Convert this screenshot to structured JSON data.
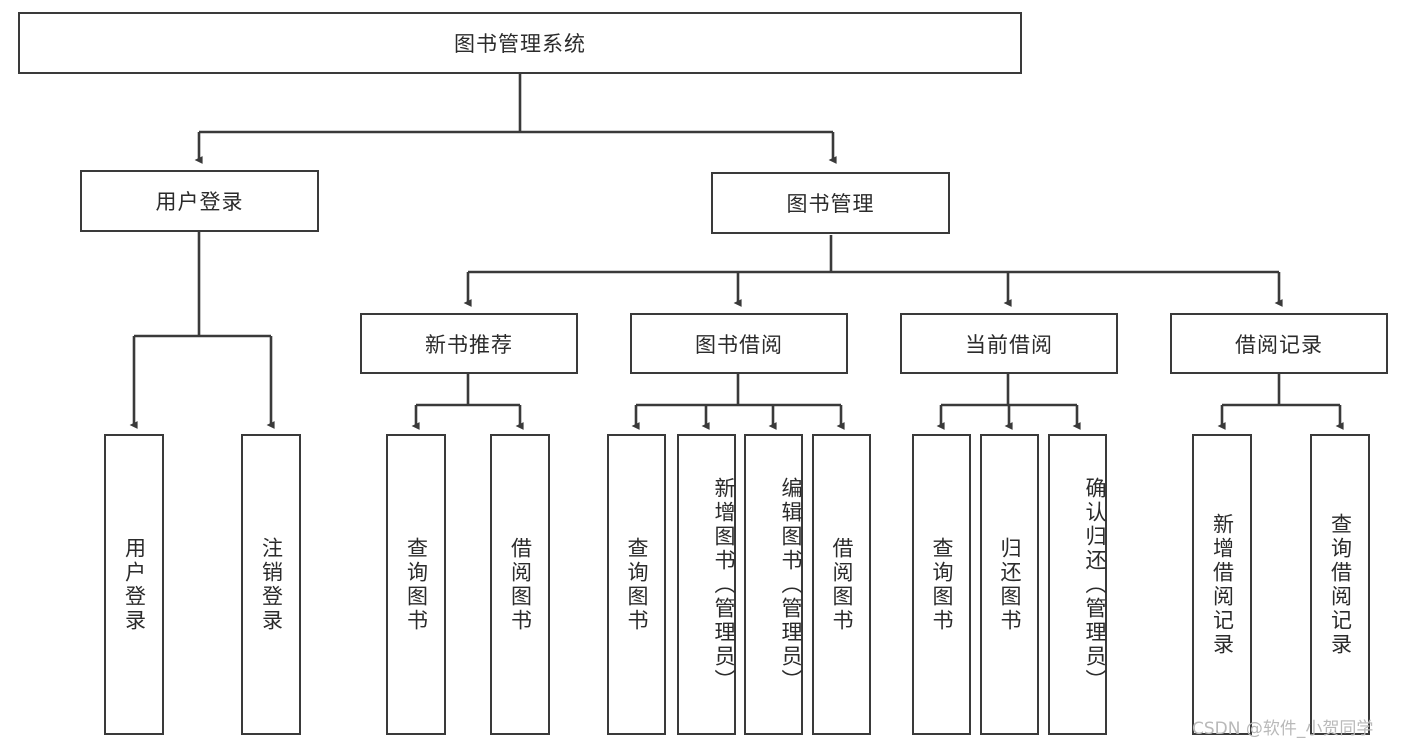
{
  "diagram": {
    "title": "图书管理系统",
    "type": "tree",
    "root": {
      "id": "root",
      "label": "图书管理系统",
      "orientation": "horizontal"
    },
    "level1": [
      {
        "id": "user-login",
        "label": "用户登录",
        "orientation": "horizontal"
      },
      {
        "id": "book-management",
        "label": "图书管理",
        "orientation": "horizontal"
      }
    ],
    "level2": [
      {
        "id": "new-book-recommend",
        "label": "新书推荐",
        "parent": "book-management",
        "orientation": "horizontal"
      },
      {
        "id": "book-borrow",
        "label": "图书借阅",
        "parent": "book-management",
        "orientation": "horizontal"
      },
      {
        "id": "current-borrow",
        "label": "当前借阅",
        "parent": "book-management",
        "orientation": "horizontal"
      },
      {
        "id": "borrow-record",
        "label": "借阅记录",
        "parent": "book-management",
        "orientation": "horizontal"
      }
    ],
    "leaves": [
      {
        "id": "leaf-user-login",
        "label": "用户登录",
        "parent": "user-login",
        "orientation": "vertical"
      },
      {
        "id": "leaf-logout-login",
        "label": "注销登录",
        "parent": "user-login",
        "orientation": "vertical"
      },
      {
        "id": "leaf-query-book-1",
        "label": "查询图书",
        "parent": "new-book-recommend",
        "orientation": "vertical"
      },
      {
        "id": "leaf-borrow-book-1",
        "label": "借阅图书",
        "parent": "new-book-recommend",
        "orientation": "vertical"
      },
      {
        "id": "leaf-query-book-2",
        "label": "查询图书",
        "parent": "book-borrow",
        "orientation": "vertical"
      },
      {
        "id": "leaf-add-book",
        "label": "新增图书（管理员）",
        "parent": "book-borrow",
        "orientation": "vertical"
      },
      {
        "id": "leaf-edit-book",
        "label": "编辑图书（管理员）",
        "parent": "book-borrow",
        "orientation": "vertical"
      },
      {
        "id": "leaf-borrow-book-2",
        "label": "借阅图书",
        "parent": "book-borrow",
        "orientation": "vertical"
      },
      {
        "id": "leaf-query-book-3",
        "label": "查询图书",
        "parent": "current-borrow",
        "orientation": "vertical"
      },
      {
        "id": "leaf-return-book",
        "label": "归还图书",
        "parent": "current-borrow",
        "orientation": "vertical"
      },
      {
        "id": "leaf-confirm-return",
        "label": "确认归还（管理员）",
        "parent": "current-borrow",
        "orientation": "vertical"
      },
      {
        "id": "leaf-add-record",
        "label": "新增借阅记录",
        "parent": "borrow-record",
        "orientation": "vertical"
      },
      {
        "id": "leaf-query-record",
        "label": "查询借阅记录",
        "parent": "borrow-record",
        "orientation": "vertical"
      }
    ],
    "watermark": "CSDN @软件_小贺同学",
    "colors": {
      "border": "#3a3a3a",
      "text": "#2b2b2b",
      "background": "#ffffff",
      "edge": "#3a3a3a",
      "watermark": "#b9b9b9"
    }
  }
}
